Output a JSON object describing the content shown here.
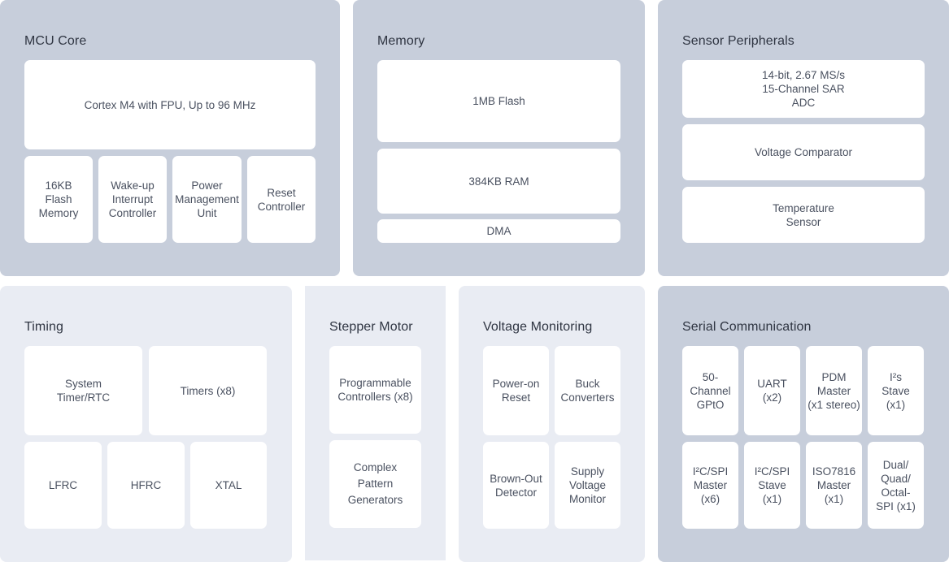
{
  "mcu": {
    "title": "MCU Core",
    "main": "Cortex M4 with FPU, Up to 96 MHz",
    "flash": "16KB\nFlash\nMemory",
    "wakeup": "Wake-up\nInterrupt\nController",
    "power": "Power\nManagement\nUnit",
    "reset": "Reset\nController"
  },
  "memory": {
    "title": "Memory",
    "flash": "1MB Flash",
    "ram": "384KB RAM",
    "dma": "DMA"
  },
  "sensor": {
    "title": "Sensor Peripherals",
    "adc": "14-bit, 2.67 MS/s\n15-Channel SAR\nADC",
    "comparator": "Voltage Comparator",
    "temperature": "Temperature\nSensor"
  },
  "timing": {
    "title": "Timing",
    "system_timer": "System\nTimer/RTC",
    "timers": "Timers (x8)",
    "lfrc": "LFRC",
    "hfrc": "HFRC",
    "xtal": "XTAL"
  },
  "stepper": {
    "title": "Stepper Motor",
    "controllers": "Programmable\nControllers (x8)",
    "generators": "Complex\nPattern\nGenerators"
  },
  "voltage": {
    "title": "Voltage Monitoring",
    "por": "Power-on\nReset",
    "buck": "Buck\nConverters",
    "brownout": "Brown-Out\nDetector",
    "supply": "Supply\nVoltage\nMonitor"
  },
  "serial": {
    "title": "Serial Communication",
    "gpio": "50-\nChannel\nGPtO",
    "uart": "UART\n(x2)",
    "pdm": "PDM\nMaster\n(x1 stereo)",
    "i2s": "I²s\nStave\n(x1)",
    "i2c_master": "I²C/SPI\nMaster\n(x6)",
    "i2c_slave": "I²C/SPI\nStave\n(x1)",
    "iso7816": "ISO7816\nMaster\n(x1)",
    "qspi": "Dual/\nQuad/\nOctal-\nSPI (x1)"
  }
}
